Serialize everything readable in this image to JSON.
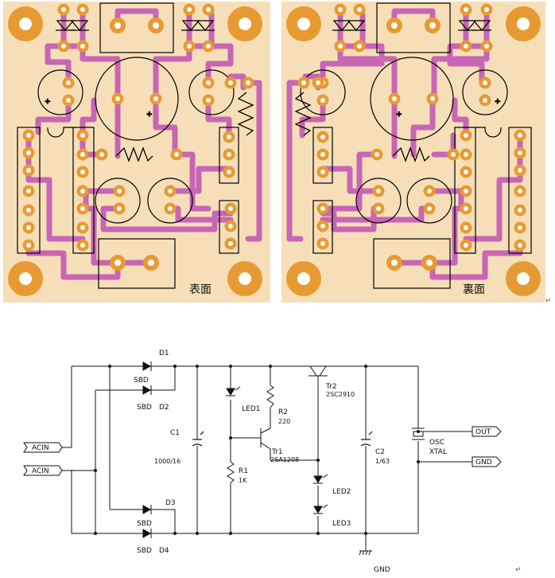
{
  "pcb_labels": {
    "front": "表面",
    "back": "裏面",
    "return_mark": "↵"
  },
  "schematic": {
    "input1": "ACIN",
    "input2": "ACIN",
    "d1": "D1",
    "d1_type": "SBD",
    "d2": "D2",
    "d2_type": "SBD",
    "d3": "D3",
    "d3_type": "SBD",
    "d4": "D4",
    "d4_type": "SBD",
    "c1": "C1",
    "c1_value": "1000/16",
    "led1": "LED1",
    "r2": "R2",
    "r2_value": "220",
    "r1": "R1",
    "r1_value": "1K",
    "tr1": "Tr1",
    "tr1_type": "2SA1208",
    "tr2": "Tr2",
    "tr2_type": "2SC2910",
    "led2": "LED2",
    "led3": "LED3",
    "c2": "C2",
    "c2_value": "1/63",
    "osc": "OSC",
    "xtal": "XTAL",
    "out": "OUT",
    "gnd_port": "GND",
    "gnd_bottom": "GND"
  },
  "colors": {
    "board": "#f6dfb8",
    "pad": "#e89a32",
    "trace": "#c865b4",
    "outline": "#000000"
  }
}
